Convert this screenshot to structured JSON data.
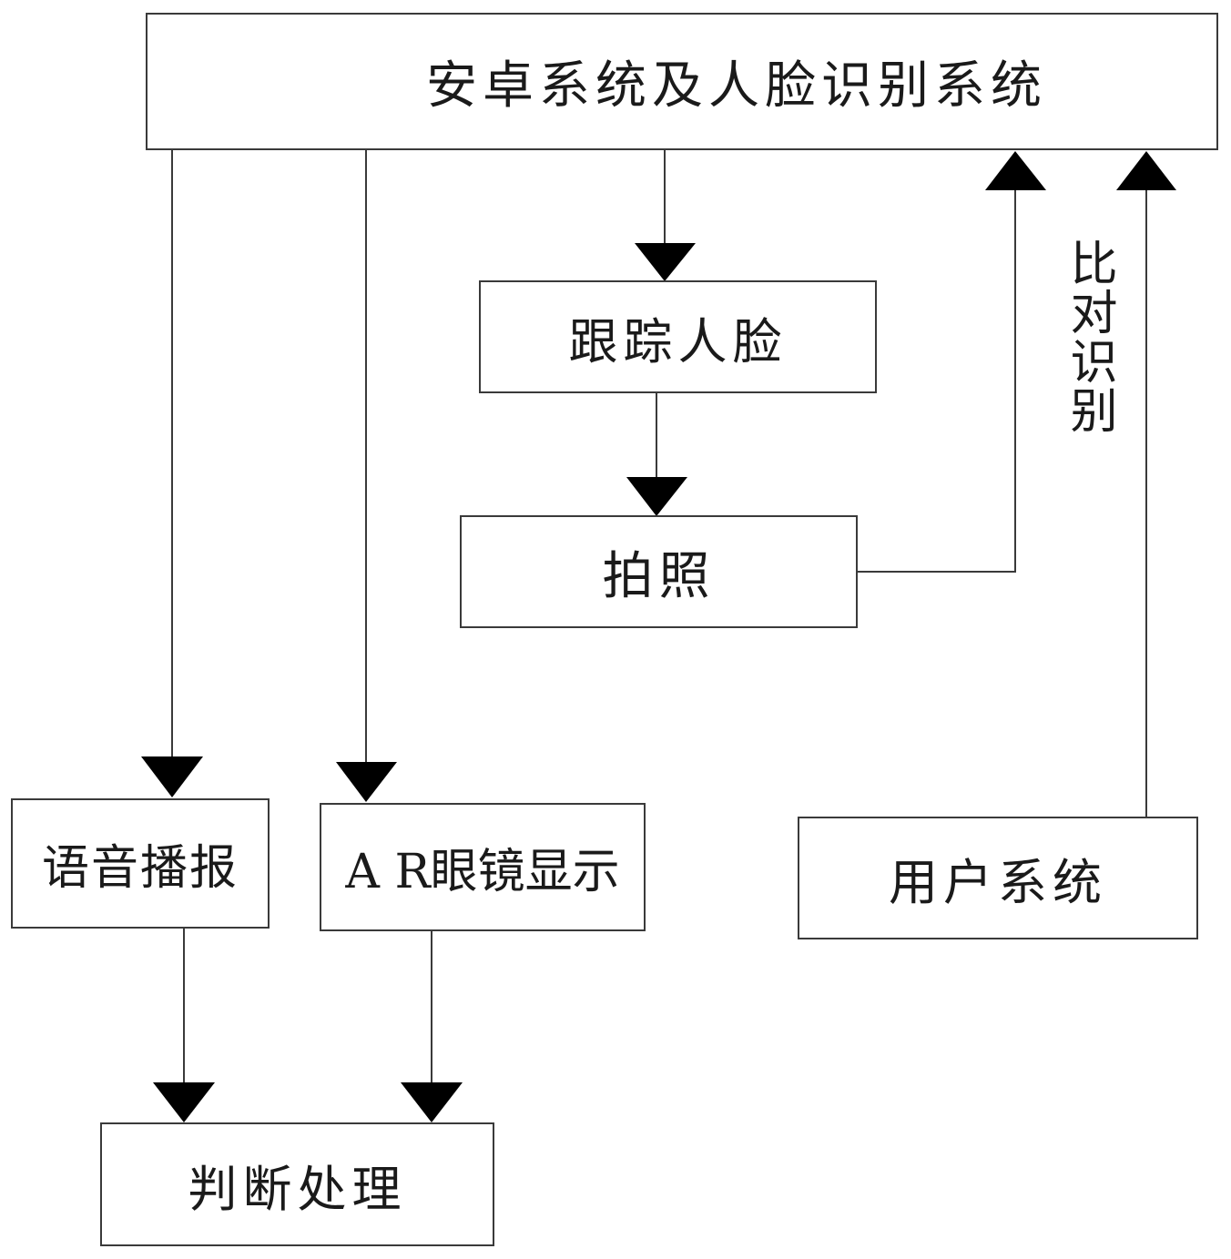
{
  "nodes": {
    "main": "安卓系统及人脸识别系统",
    "track": "跟踪人脸",
    "photo": "拍照",
    "voice": "语音播报",
    "ar": "A R眼镜显示",
    "user": "用户系统",
    "judge": "判断处理"
  },
  "edge_labels": {
    "compare": "比对识别"
  },
  "colors": {
    "line": "#3a3a3a",
    "arrow": "#000000"
  }
}
